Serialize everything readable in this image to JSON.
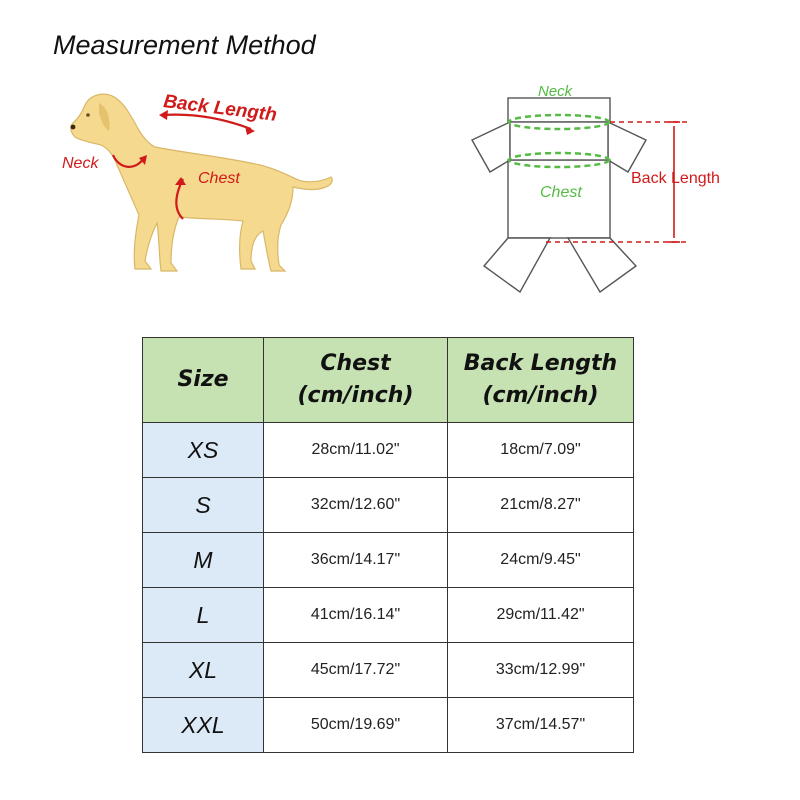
{
  "title": "Measurement Method",
  "dog_diagram": {
    "neck_label": "Neck",
    "back_length_label": "Back Length",
    "chest_label": "Chest"
  },
  "shirt_diagram": {
    "neck_label": "Neck",
    "chest_label": "Chest",
    "back_length_label": "Back Length"
  },
  "colors": {
    "header_green": "#c6e2b2",
    "size_blue": "#dce9f6",
    "annot_red": "#d11a1a",
    "annot_green": "#55bb44",
    "dog_fill": "#f5d98e"
  },
  "table": {
    "headers": {
      "size": "Size",
      "chest_line1": "Chest",
      "chest_line2": "(cm/inch)",
      "back_line1": "Back Length",
      "back_line2": "(cm/inch)"
    },
    "rows": [
      {
        "size": "XS",
        "chest": "28cm/11.02\"",
        "back": "18cm/7.09\""
      },
      {
        "size": "S",
        "chest": "32cm/12.60\"",
        "back": "21cm/8.27\""
      },
      {
        "size": "M",
        "chest": "36cm/14.17\"",
        "back": "24cm/9.45\""
      },
      {
        "size": "L",
        "chest": "41cm/16.14\"",
        "back": "29cm/11.42\""
      },
      {
        "size": "XL",
        "chest": "45cm/17.72\"",
        "back": "33cm/12.99\""
      },
      {
        "size": "XXL",
        "chest": "50cm/19.69\"",
        "back": "37cm/14.57\""
      }
    ]
  }
}
